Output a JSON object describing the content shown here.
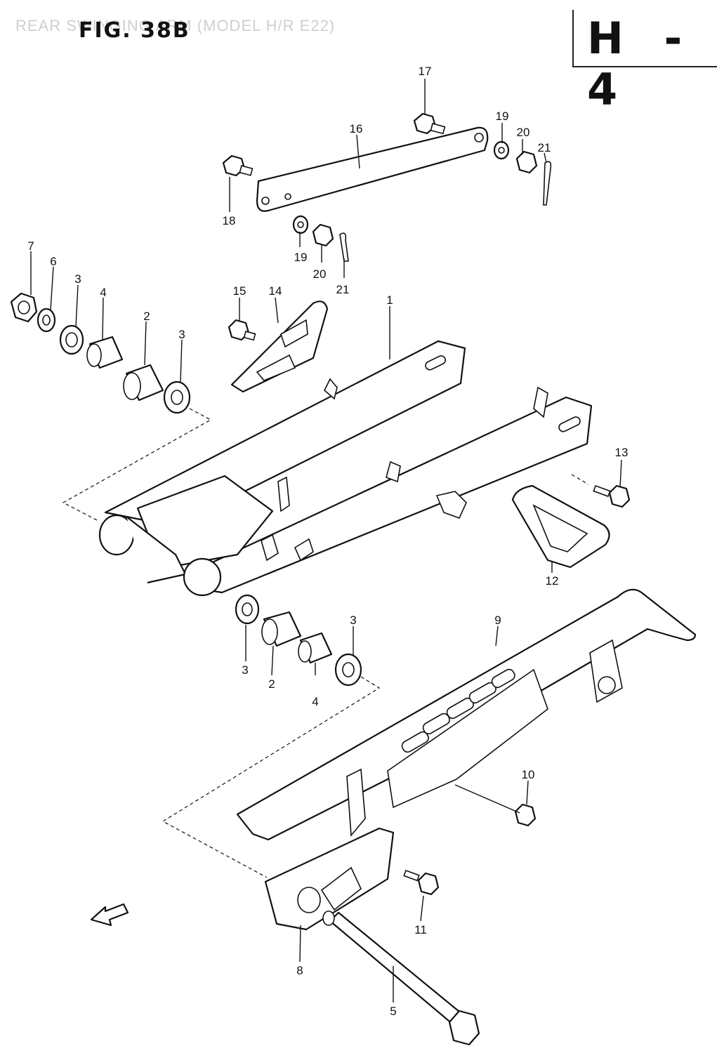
{
  "header": {
    "faint_title": "REAR SWINGING ARM (MODEL H/R E22)",
    "figure_label": "FIG. 38B",
    "section_code": "H - 4"
  },
  "callouts": [
    {
      "id": "c17a",
      "text": "17"
    },
    {
      "id": "c16",
      "text": "16"
    },
    {
      "id": "c19a",
      "text": "19"
    },
    {
      "id": "c20a",
      "text": "20"
    },
    {
      "id": "c21a",
      "text": "21"
    },
    {
      "id": "c18",
      "text": "18"
    },
    {
      "id": "c19b",
      "text": "19"
    },
    {
      "id": "c20b",
      "text": "20"
    },
    {
      "id": "c21b",
      "text": "21"
    },
    {
      "id": "c7",
      "text": "7"
    },
    {
      "id": "c6",
      "text": "6"
    },
    {
      "id": "c3a",
      "text": "3"
    },
    {
      "id": "c4a",
      "text": "4"
    },
    {
      "id": "c2a",
      "text": "2"
    },
    {
      "id": "c3b",
      "text": "3"
    },
    {
      "id": "c15",
      "text": "15"
    },
    {
      "id": "c14",
      "text": "14"
    },
    {
      "id": "c1",
      "text": "1"
    },
    {
      "id": "c13",
      "text": "13"
    },
    {
      "id": "c12",
      "text": "12"
    },
    {
      "id": "c9",
      "text": "9"
    },
    {
      "id": "c3c",
      "text": "3"
    },
    {
      "id": "c3d",
      "text": "3"
    },
    {
      "id": "c2b",
      "text": "2"
    },
    {
      "id": "c4b",
      "text": "4"
    },
    {
      "id": "c10",
      "text": "10"
    },
    {
      "id": "c11",
      "text": "11"
    },
    {
      "id": "c8",
      "text": "8"
    },
    {
      "id": "c5",
      "text": "5"
    }
  ]
}
